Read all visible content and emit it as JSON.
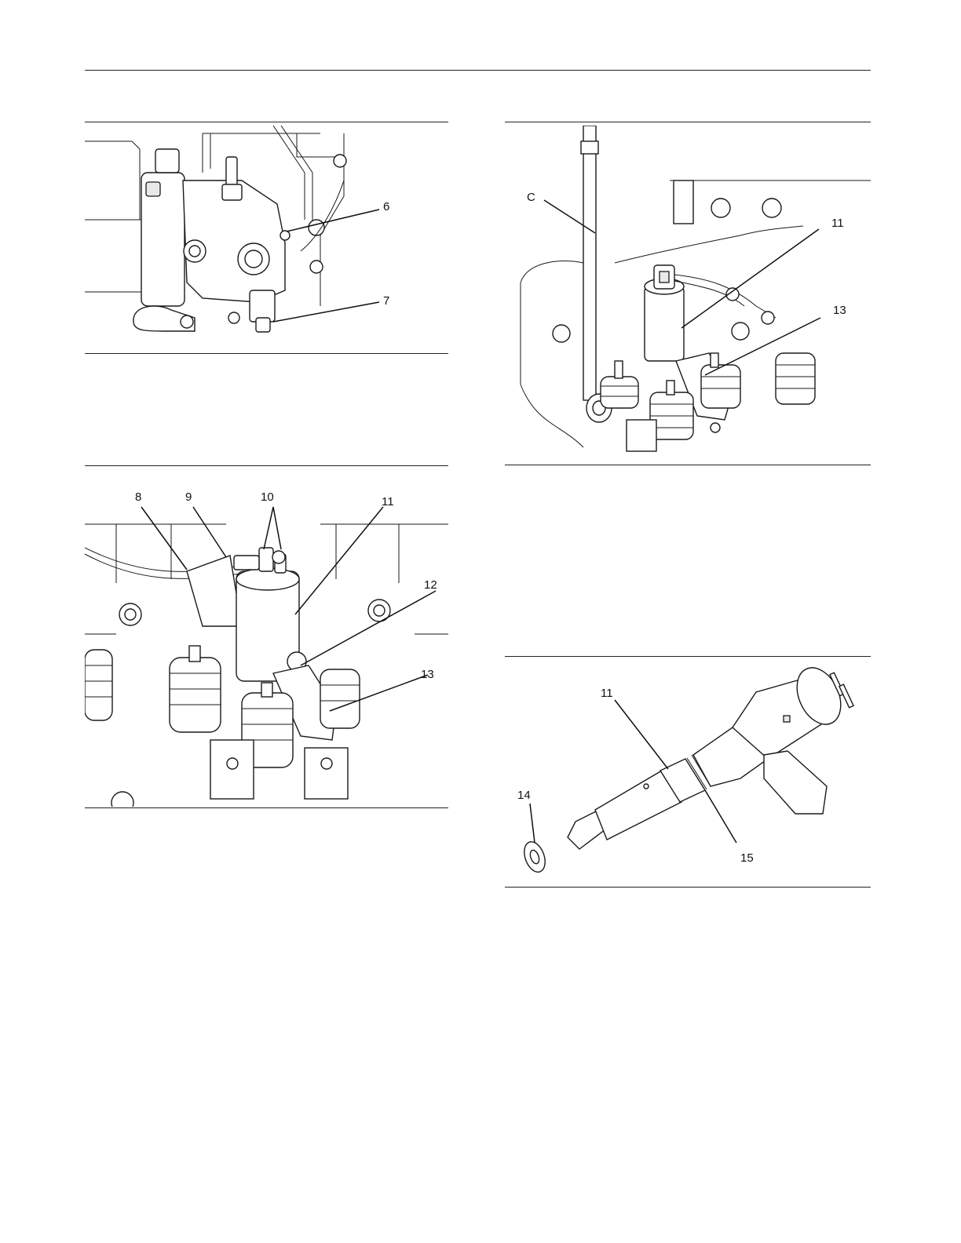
{
  "figures": [
    {
      "id": "fig-top-left",
      "callouts": [
        "6",
        "7"
      ]
    },
    {
      "id": "fig-top-right",
      "callouts": [
        "C",
        "11",
        "13"
      ]
    },
    {
      "id": "fig-bottom-left",
      "callouts": [
        "8",
        "9",
        "10",
        "11",
        "12",
        "13"
      ]
    },
    {
      "id": "fig-bottom-right",
      "callouts": [
        "11",
        "14",
        "15"
      ]
    }
  ]
}
